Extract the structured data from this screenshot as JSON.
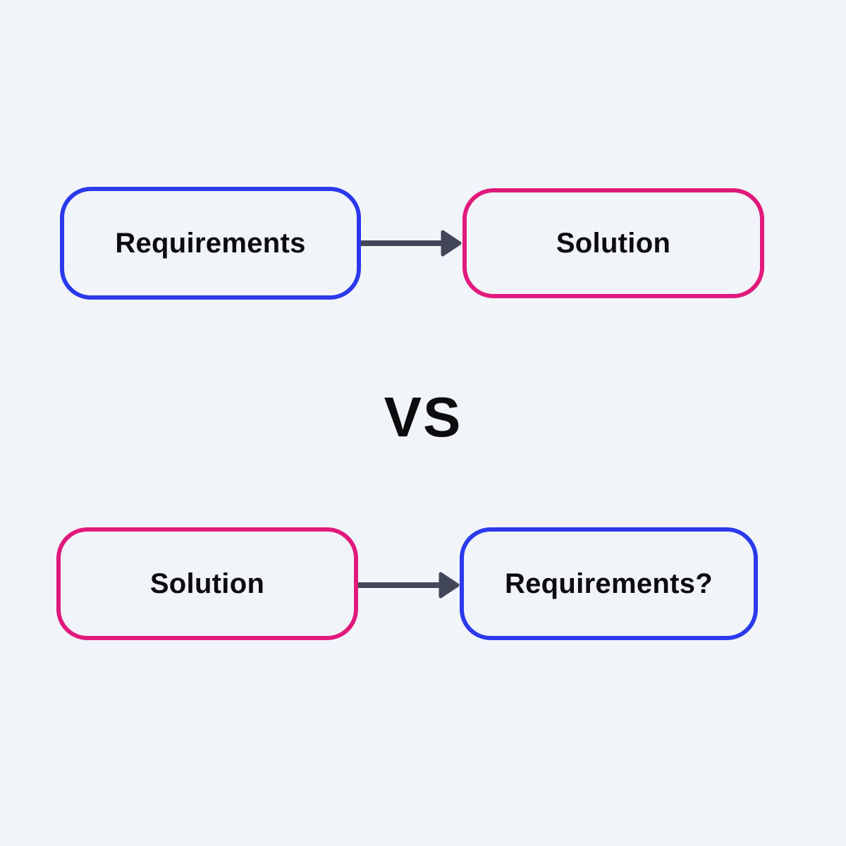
{
  "title": "Requirements vs Solution comparison diagram",
  "colors": {
    "background": "#f1f4f9",
    "blue_border": "#2b39ec",
    "pink_border": "#e1197c",
    "arrow": "#424659",
    "text": "#0c0c0e"
  },
  "vs_label": "VS",
  "rows": [
    {
      "from": {
        "label": "Requirements",
        "border": "blue"
      },
      "to": {
        "label": "Solution",
        "border": "pink"
      }
    },
    {
      "from": {
        "label": "Solution",
        "border": "pink"
      },
      "to": {
        "label": "Requirements?",
        "border": "blue"
      }
    }
  ]
}
